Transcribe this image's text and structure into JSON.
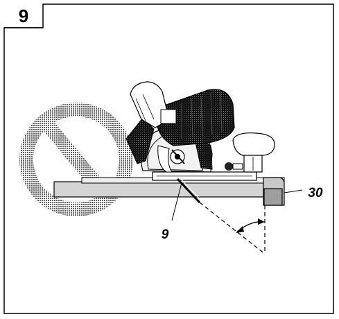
{
  "figure": {
    "number": "9"
  },
  "callouts": {
    "angle_guide": "9",
    "edge_stop": "30"
  },
  "icons": {
    "prohibition": "prohibition-icon",
    "saw": "circular-saw-icon"
  },
  "colors": {
    "ink": "#000000",
    "prohibition_gray": "#8a8a8a",
    "rail_fill": "#d4d4d4",
    "stop_fill": "#9e9e9e",
    "motor_fill": "#1e1e1e"
  }
}
